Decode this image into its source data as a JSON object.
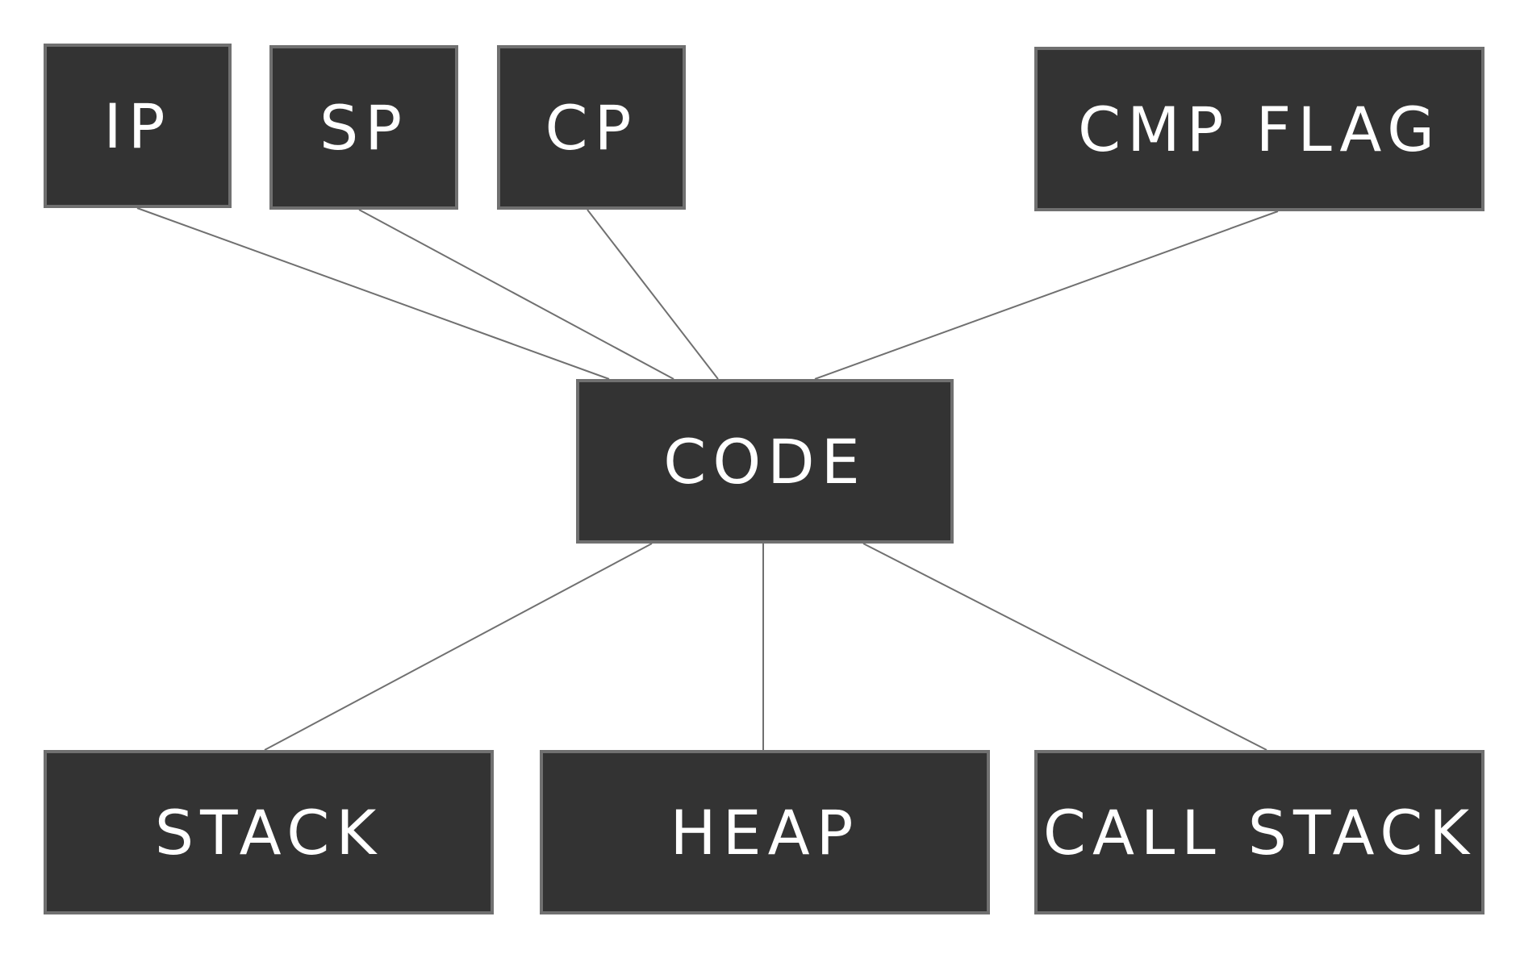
{
  "diagram": {
    "colors": {
      "box_fill": "#333333",
      "box_border": "#707070",
      "text": "#ffffff",
      "connector": "#707070",
      "background": "#ffffff"
    },
    "nodes": {
      "ip": "IP",
      "sp": "SP",
      "cp": "CP",
      "cmp_flag": "CMP FLAG",
      "code": "CODE",
      "stack": "STACK",
      "heap": "HEAP",
      "call_stack": "CALL STACK"
    },
    "edges": [
      [
        "ip",
        "code"
      ],
      [
        "sp",
        "code"
      ],
      [
        "cp",
        "code"
      ],
      [
        "cmp_flag",
        "code"
      ],
      [
        "code",
        "stack"
      ],
      [
        "code",
        "heap"
      ],
      [
        "code",
        "call_stack"
      ]
    ]
  }
}
